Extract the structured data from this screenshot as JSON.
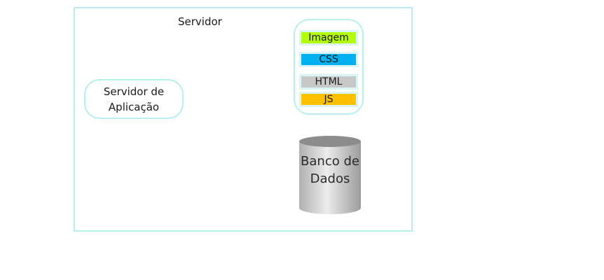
{
  "diagram": {
    "server": {
      "title": "Servidor"
    },
    "app_server": {
      "label": "Servidor de Aplicação"
    },
    "assets": [
      {
        "label": "Imagem",
        "color": "#b3fc0c"
      },
      {
        "label": "CSS",
        "color": "#00b0f0"
      },
      {
        "label": "HTML",
        "color": "#c8c8c8"
      },
      {
        "label": "JS",
        "color": "#ffc000"
      }
    ],
    "database": {
      "line1": "Banco de",
      "line2": "Dados"
    },
    "colors": {
      "frame_border": "#b8eef0",
      "db_top": "#8a8a8a",
      "db_body": "#d4d4d4"
    }
  }
}
